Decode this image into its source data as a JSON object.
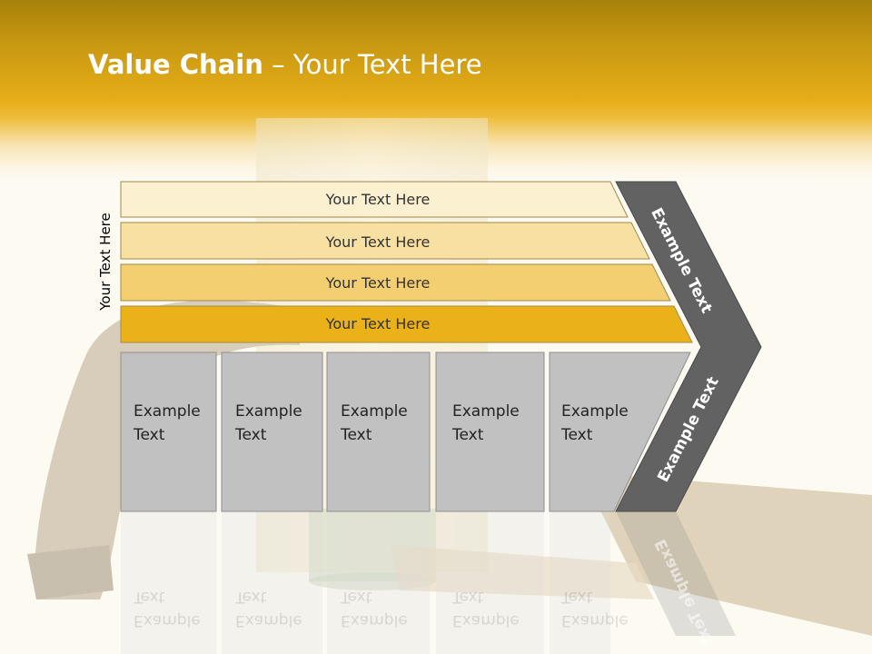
{
  "slide": {
    "title_bold": "Value Chain",
    "title_rest": " – Your Text Here",
    "side_label": "Your Text Here"
  },
  "bars": [
    {
      "label": "Your Text Here",
      "color": "#fbf0d0"
    },
    {
      "label": "Your Text Here",
      "color": "#f8e0a3"
    },
    {
      "label": "Your Text Here",
      "color": "#f3cf71"
    },
    {
      "label": "Your Text Here",
      "color": "#ebb118"
    }
  ],
  "boxes": [
    {
      "line1": "Example",
      "line2": "Text"
    },
    {
      "line1": "Example",
      "line2": "Text"
    },
    {
      "line1": "Example",
      "line2": "Text"
    },
    {
      "line1": "Example",
      "line2": "Text"
    },
    {
      "line1": "Example",
      "line2": "Text"
    }
  ],
  "arrow": {
    "upper_label": "Example Text",
    "lower_label": "Example Text",
    "color": "#626262"
  },
  "colors": {
    "box_fill": "#c1c1c1",
    "header_gold": "#e6ad18",
    "background": "#fdfaf2"
  }
}
